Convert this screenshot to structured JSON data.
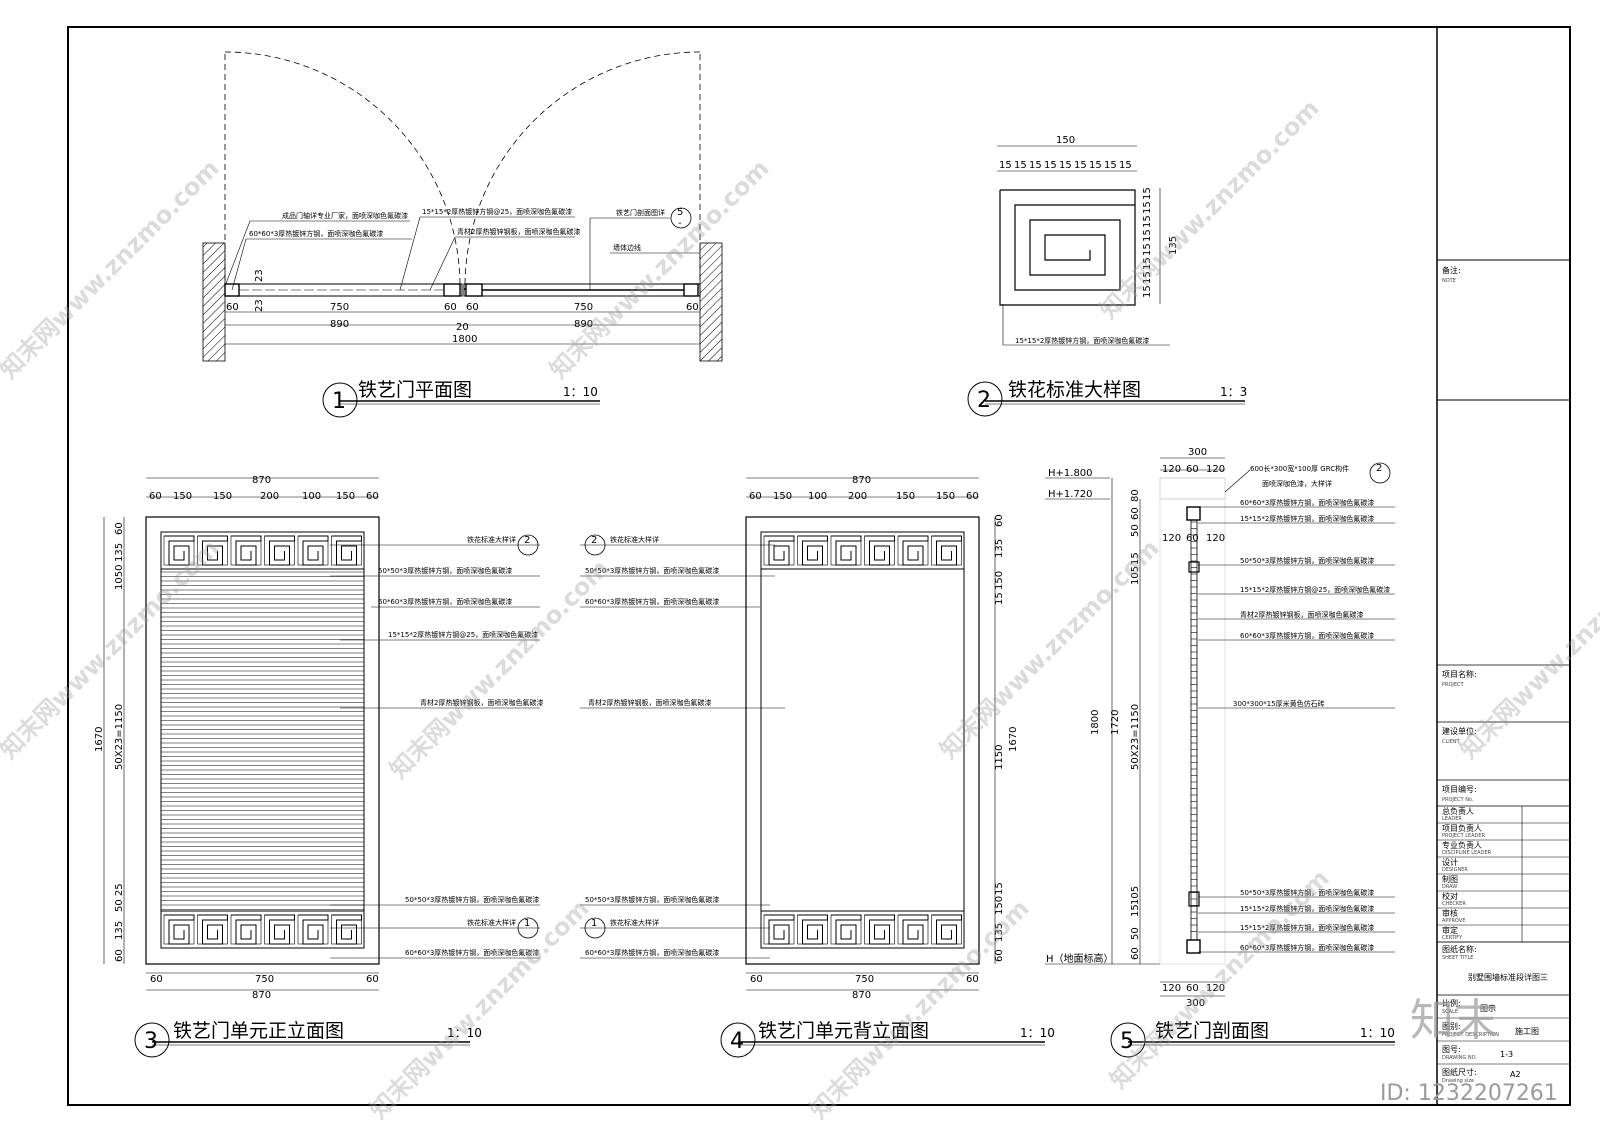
{
  "titles": {
    "plan": {
      "num": "1",
      "name": "铁艺门平面图",
      "scale": "1：10"
    },
    "detail": {
      "num": "2",
      "name": "铁花标准大样图",
      "scale": "1：3"
    },
    "front": {
      "num": "3",
      "name": "铁艺门单元正立面图",
      "scale": "1：10"
    },
    "back": {
      "num": "4",
      "name": "铁艺门单元背立面图",
      "scale": "1：10"
    },
    "section": {
      "num": "5",
      "name": "铁艺门剖面图",
      "scale": "1：10"
    }
  },
  "plan": {
    "notes": [
      "成品门轴详专业厂家，面喷深咖色氟碳漆",
      "60*60*3厚热镀锌方钢，面喷深咖色氟碳漆",
      "15*15*2厚热镀锌方钢@25，面喷深咖色氟碳漆",
      "青材2厚热镀锌钢板，面喷深咖色氟碳漆",
      "铁艺门剖面图详",
      "墙体边线"
    ],
    "ref": {
      "num": "5",
      "sheet": "-"
    },
    "dims": {
      "d60": "60",
      "d750": "750",
      "d890": "890",
      "d1800": "1800",
      "d23": "23",
      "d20": "20"
    }
  },
  "detail": {
    "top": "150",
    "cells": "15",
    "side": "135",
    "note": "15*15*2厚热镀锌方钢，面喷深咖色氟碳漆"
  },
  "front": {
    "width": "870",
    "top_dims": [
      "60",
      "150",
      "150",
      "200",
      "100",
      "150",
      "60"
    ],
    "bottom_dims": [
      "60",
      "750",
      "60"
    ],
    "left_dims": [
      "60",
      "135",
      "1050",
      "50X23=1150",
      "50 25",
      "135",
      "60"
    ],
    "total_h": "1670"
  },
  "back": {
    "width": "870",
    "top_dims": [
      "60",
      "150",
      "100",
      "200",
      "150",
      "150",
      "60"
    ],
    "bottom_dims": [
      "60",
      "750",
      "60"
    ],
    "right_dims": [
      "60",
      "135",
      "150",
      "15",
      "1150",
      "1670",
      "15",
      "150",
      "135",
      "60"
    ]
  },
  "elev_notes": {
    "a": "铁花标准大样详",
    "b": "50*50*3厚热镀锌方钢，面喷深咖色氟碳漆",
    "c": "60*60*3厚热镀锌方钢，面喷深咖色氟碳漆",
    "d": "15*15*2厚热镀锌方钢@25，面喷深咖色氟碳漆",
    "e": "青材2厚热镀锌钢板，面喷深咖色氟碳漆",
    "ref2": "2",
    "ref1": "1",
    "sheet": "-"
  },
  "section": {
    "levels": [
      "H+1.800",
      "H+1.720",
      "H（地面标高）"
    ],
    "top": "300",
    "top_sub": [
      "120",
      "60",
      "120"
    ],
    "mid_sub": [
      "120",
      "60",
      "120"
    ],
    "bottom_sub": [
      "120",
      "60",
      "120"
    ],
    "bottom": "300",
    "vdims": [
      "80",
      "60",
      "50",
      "15",
      "105",
      "50X23=1150",
      "105",
      "15",
      "50",
      "60",
      "1800",
      "1720"
    ],
    "notes": [
      "600长*300宽*100厚 GRC构件",
      "面喷深咖色漆，大样详",
      "60*60*3厚热镀锌方钢，面喷深咖色氟碳漆",
      "15*15*2厚热镀锌方钢，面喷深咖色氟碳漆",
      "50*50*3厚热镀锌方钢，面喷深咖色氟碳漆",
      "15*15*2厚热镀锌方钢@25，面喷深咖色氟碳漆",
      "青材2厚热镀锌钢板，面喷深咖色氟碳漆",
      "60*60*3厚热镀锌方钢，面喷深咖色氟碳漆",
      "300*300*15厚米黄色仿石砖",
      "50*50*3厚热镀锌方钢，面喷深咖色氟碳漆",
      "15*15*2厚热镀锌方钢，面喷深咖色氟碳漆",
      "15*15*2厚热镀锌方钢，面喷深咖色氟碳漆",
      "60*60*3厚热镀锌方钢，面喷深咖色氟碳漆"
    ],
    "ref": "2"
  },
  "titleblock": {
    "note": "备注:",
    "note_en": "NOTE",
    "project": "项目名称:",
    "project_en": "PROJECT",
    "client": "建设单位:",
    "client_en": "CLIENT",
    "project_no": "项目编号:",
    "project_no_en": "PROJECT No.",
    "roles": [
      {
        "cn": "总负责人",
        "en": "LEADER"
      },
      {
        "cn": "项目负责人",
        "en": "PROJECT LEADER"
      },
      {
        "cn": "专业负责人",
        "en": "DISCIPLINE LEADER"
      },
      {
        "cn": "设计",
        "en": "DESIGNER"
      },
      {
        "cn": "制图",
        "en": "DRAW"
      },
      {
        "cn": "校对",
        "en": "CHECKER"
      },
      {
        "cn": "审核",
        "en": "APPROVE"
      },
      {
        "cn": "审定",
        "en": "CERTIFY"
      }
    ],
    "sheet_title": "图纸名称:",
    "sheet_title_en": "SHEET TITLE",
    "sheet_name": "别墅围墙标准段详图三",
    "scale_label": "比例:",
    "scale_en": "SCALE",
    "scale_val": "图示",
    "desc_label": "图别:",
    "desc_en": "PROJECT DESCRIPTION",
    "desc_val": "施工图",
    "no_label": "图号:",
    "no_en": "DRAWING NO.",
    "no_val": "1-3",
    "size_label": "图纸尺寸:",
    "size_en": "Drawing size",
    "size_val": "A2"
  },
  "watermark": {
    "text": "知末网www.znzmo.com",
    "logo": "知末",
    "id": "ID: 1232207261"
  }
}
